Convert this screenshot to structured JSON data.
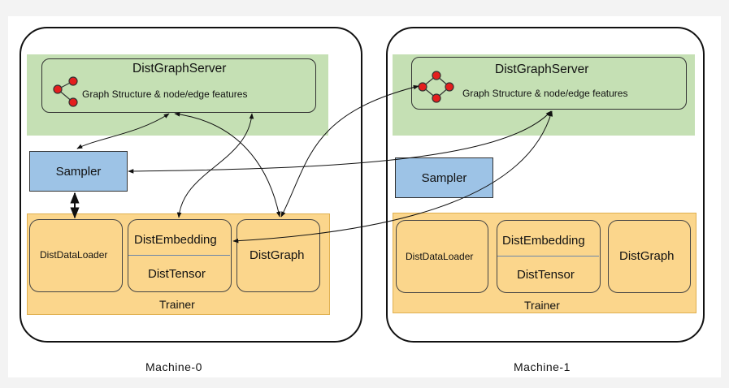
{
  "machines": [
    {
      "caption": "Machine-0",
      "server_title": "DistGraphServer",
      "server_subtitle": "Graph Structure & node/edge features",
      "sampler": "Sampler",
      "dataloader": "DistDataLoader",
      "embedding": "DistEmbedding",
      "tensor": "DistTensor",
      "graph": "DistGraph",
      "trainer": "Trainer"
    },
    {
      "caption": "Machine-1",
      "server_title": "DistGraphServer",
      "server_subtitle": "Graph Structure & node/edge features",
      "sampler": "Sampler",
      "dataloader": "DistDataLoader",
      "embedding": "DistEmbedding",
      "tensor": "DistTensor",
      "graph": "DistGraph",
      "trainer": "Trainer"
    }
  ],
  "colors": {
    "server_green": "#c5e0b4",
    "sampler_blue": "#9dc3e6",
    "trainer_orange": "#fbd68c",
    "graph_node_red": "#e41e1e"
  },
  "icons": [
    "graph-icon"
  ]
}
